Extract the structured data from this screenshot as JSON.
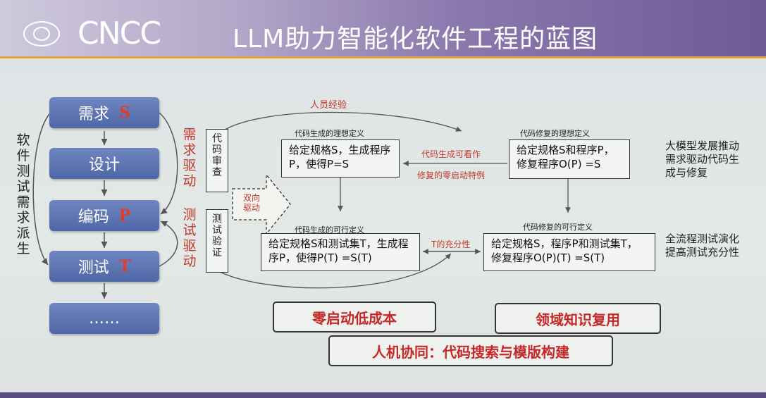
{
  "header": {
    "brand": "CNCC",
    "title": "LLM助力智能化软件工程的蓝图"
  },
  "stages": [
    {
      "label": "需求",
      "tag": "S"
    },
    {
      "label": "设计",
      "tag": ""
    },
    {
      "label": "编码",
      "tag": "P"
    },
    {
      "label": "测试",
      "tag": "T"
    },
    {
      "label": "……",
      "tag": ""
    }
  ],
  "left_note": "软件测试需求派生",
  "req_driven": "需求驱动",
  "test_driven": "测试驱动",
  "review": "代码审查",
  "verify": "测试验证",
  "bidirectional": "双向驱动",
  "experience": "人员经验",
  "gen_ideal": {
    "caption": "代码生成的理想定义",
    "text": "给定规格S，生成程序P，使得P=S"
  },
  "repair_ideal": {
    "caption": "代码修复的理想定义",
    "text": "给定规格S和程序P，修复程序O(P) =S"
  },
  "gen_feasible": {
    "caption": "代码生成的可行定义",
    "text": "给定规格S和测试集T，生成程序P，使得P(T) =S(T)"
  },
  "repair_feasible": {
    "caption": "代码修复的可行定义",
    "text": "给定规格S，程序P和测试集T，修复程序O(P)(T) =S(T)"
  },
  "middle_note": {
    "line1": "代码生成可看作",
    "line2": "修复的零启动特例"
  },
  "t_sufficiency": "T的充分性",
  "right_note_1": "大模型发展推动需求驱动代码生成与修复",
  "right_note_2": "全流程测试演化提高测试充分性",
  "pills": {
    "zero_start": "零启动低成本",
    "domain_reuse": "领域知识复用",
    "human_machine": "人机协同：代码搜索与模版构建"
  }
}
